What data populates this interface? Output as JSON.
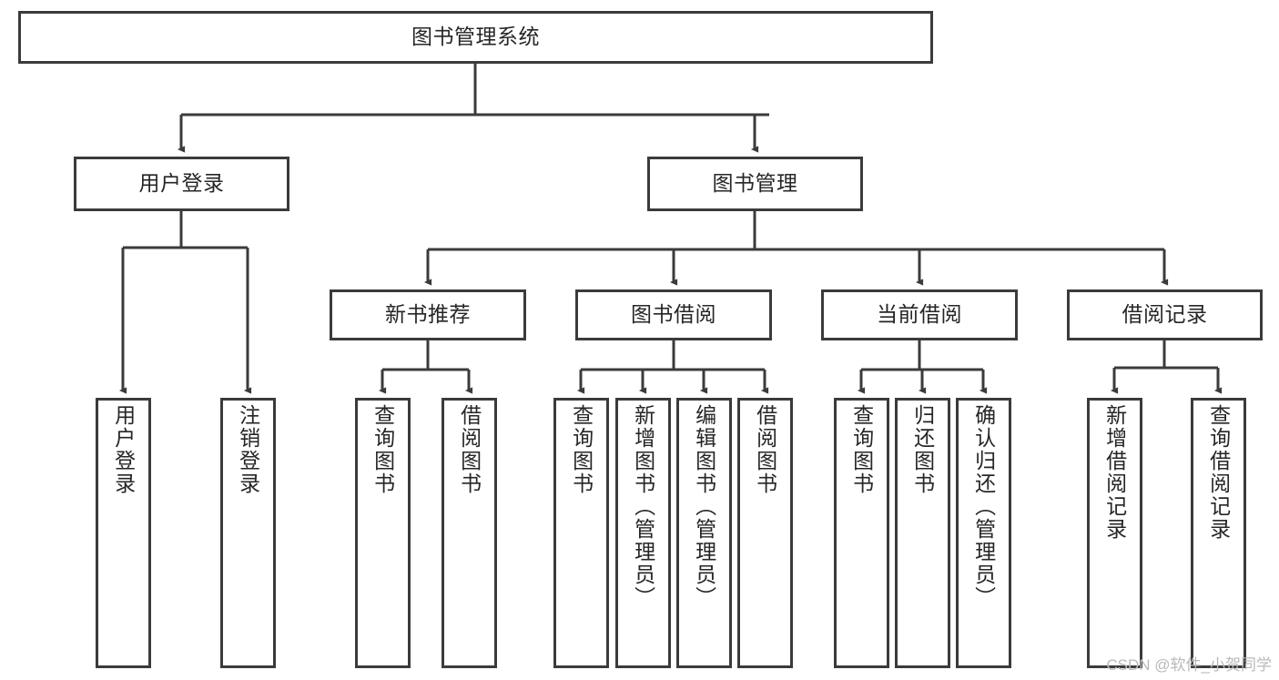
{
  "diagram": {
    "type": "tree-hierarchy",
    "title": "图书管理系统",
    "stroke_color": "#3b3b3b",
    "fill_color": "#ffffff",
    "text_color": "#262626",
    "nodes": {
      "root": {
        "label": "图书管理系统"
      },
      "level2": [
        {
          "id": "user-login",
          "label": "用户登录"
        },
        {
          "id": "book-manage",
          "label": "图书管理"
        }
      ],
      "level3": [
        {
          "id": "new-book-recommend",
          "label": "新书推荐"
        },
        {
          "id": "book-borrow",
          "label": "图书借阅"
        },
        {
          "id": "current-borrow",
          "label": "当前借阅"
        },
        {
          "id": "borrow-record",
          "label": "借阅记录"
        }
      ],
      "leaves": {
        "user_login": [
          {
            "id": "leaf-user-login",
            "label": "用户登录"
          },
          {
            "id": "leaf-logout",
            "label": "注销登录"
          }
        ],
        "new_book_recommend": [
          {
            "id": "leaf-query-book-1",
            "label": "查询图书"
          },
          {
            "id": "leaf-borrow-book-1",
            "label": "借阅图书"
          }
        ],
        "book_borrow": [
          {
            "id": "leaf-query-book-2",
            "label": "查询图书"
          },
          {
            "id": "leaf-add-book",
            "label": "新增图书（管理员）"
          },
          {
            "id": "leaf-edit-book",
            "label": "编辑图书（管理员）"
          },
          {
            "id": "leaf-borrow-book-2",
            "label": "借阅图书"
          }
        ],
        "current_borrow": [
          {
            "id": "leaf-query-book-3",
            "label": "查询图书"
          },
          {
            "id": "leaf-return-book",
            "label": "归还图书"
          },
          {
            "id": "leaf-confirm-return",
            "label": "确认归还（管理员）"
          }
        ],
        "borrow_record": [
          {
            "id": "leaf-add-record",
            "label": "新增借阅记录"
          },
          {
            "id": "leaf-query-record",
            "label": "查询借阅记录"
          }
        ]
      }
    },
    "watermark": "CSDN @软件_小贺同学"
  }
}
